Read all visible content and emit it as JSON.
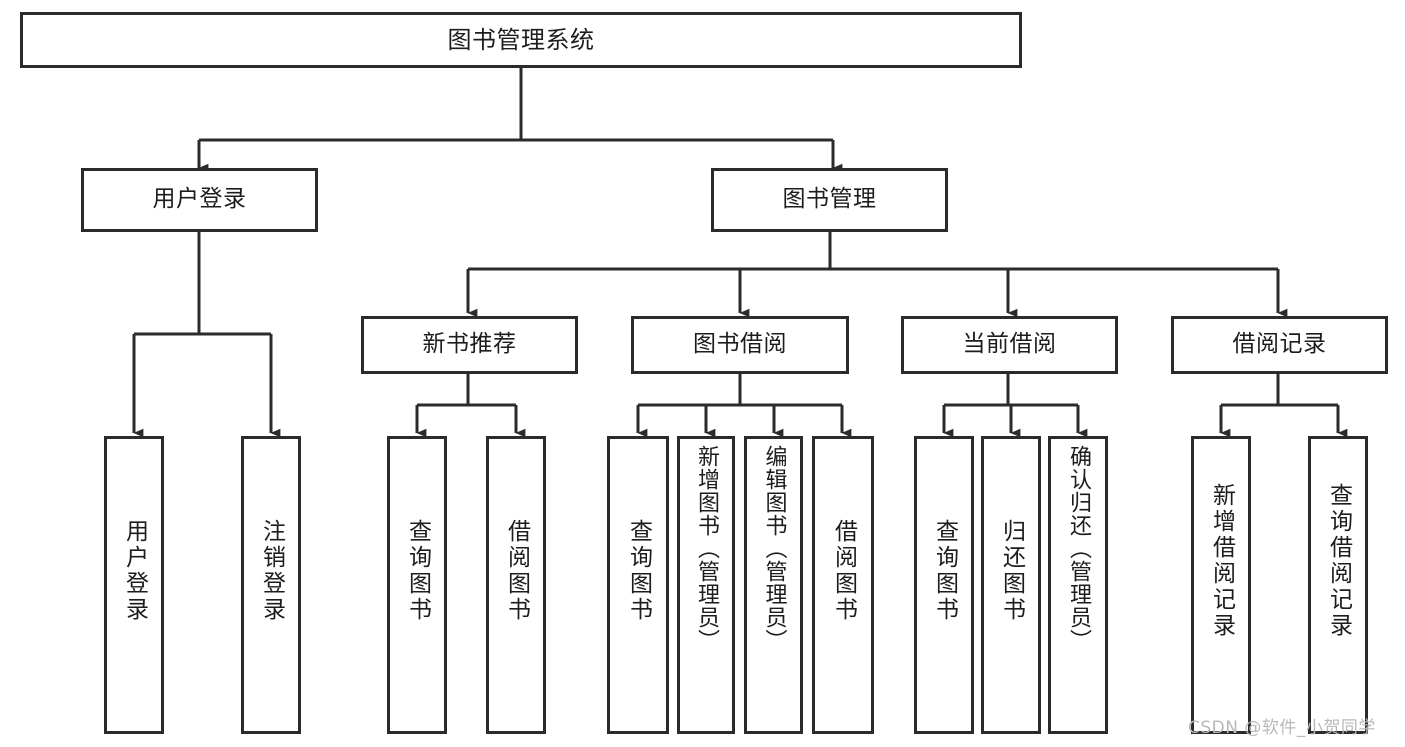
{
  "diagram": {
    "title": "图书管理系统",
    "type": "tree-hierarchy-diagram",
    "colors": {
      "box_border": "#2b2b2b",
      "box_fill": "#ffffff",
      "connector": "#2b2b2b",
      "text": "#1d1d1d",
      "watermark": "#b9b9b9",
      "background": "#ffffff"
    }
  },
  "root": {
    "label": "图书管理系统"
  },
  "level2": [
    {
      "label": "用户登录"
    },
    {
      "label": "图书管理"
    }
  ],
  "level3": [
    {
      "label": "新书推荐"
    },
    {
      "label": "图书借阅"
    },
    {
      "label": "当前借阅"
    },
    {
      "label": "借阅记录"
    }
  ],
  "leaves": {
    "user_login": [
      {
        "label": "用户登录"
      },
      {
        "label": "注销登录"
      }
    ],
    "new_book_recommend": [
      {
        "label": "查询图书"
      },
      {
        "label": "借阅图书"
      }
    ],
    "book_borrow": [
      {
        "label": "查询图书"
      },
      {
        "label": "新增图书（管理员）"
      },
      {
        "label": "编辑图书（管理员）"
      },
      {
        "label": "借阅图书"
      }
    ],
    "current_borrow": [
      {
        "label": "查询图书"
      },
      {
        "label": "归还图书"
      },
      {
        "label": "确认归还（管理员）"
      }
    ],
    "borrow_record": [
      {
        "label": "新增借阅记录"
      },
      {
        "label": "查询借阅记录"
      }
    ]
  },
  "watermark": {
    "text": "CSDN @软件_小贺同学"
  }
}
